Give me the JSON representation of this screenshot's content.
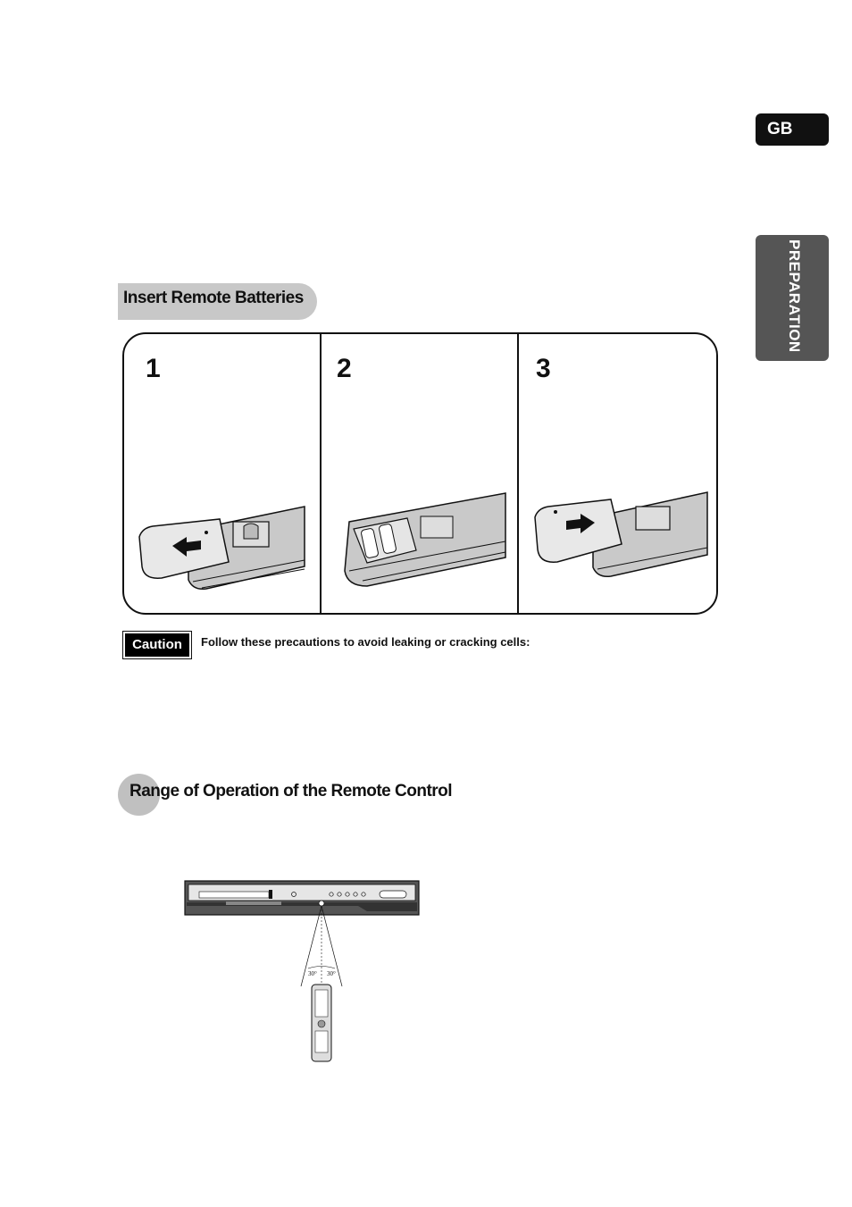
{
  "lang_tab": "GB",
  "section_tab": "PREPARATION",
  "insert_batteries": {
    "title": "Insert Remote Batteries",
    "steps": [
      {
        "number": "1"
      },
      {
        "number": "2"
      },
      {
        "number": "3"
      }
    ]
  },
  "caution": {
    "label": "Caution",
    "text": "Follow these precautions to avoid leaking or cracking cells:"
  },
  "range": {
    "title": "Range of Operation of the Remote Control",
    "angle_left": "30°",
    "angle_right": "30°"
  }
}
